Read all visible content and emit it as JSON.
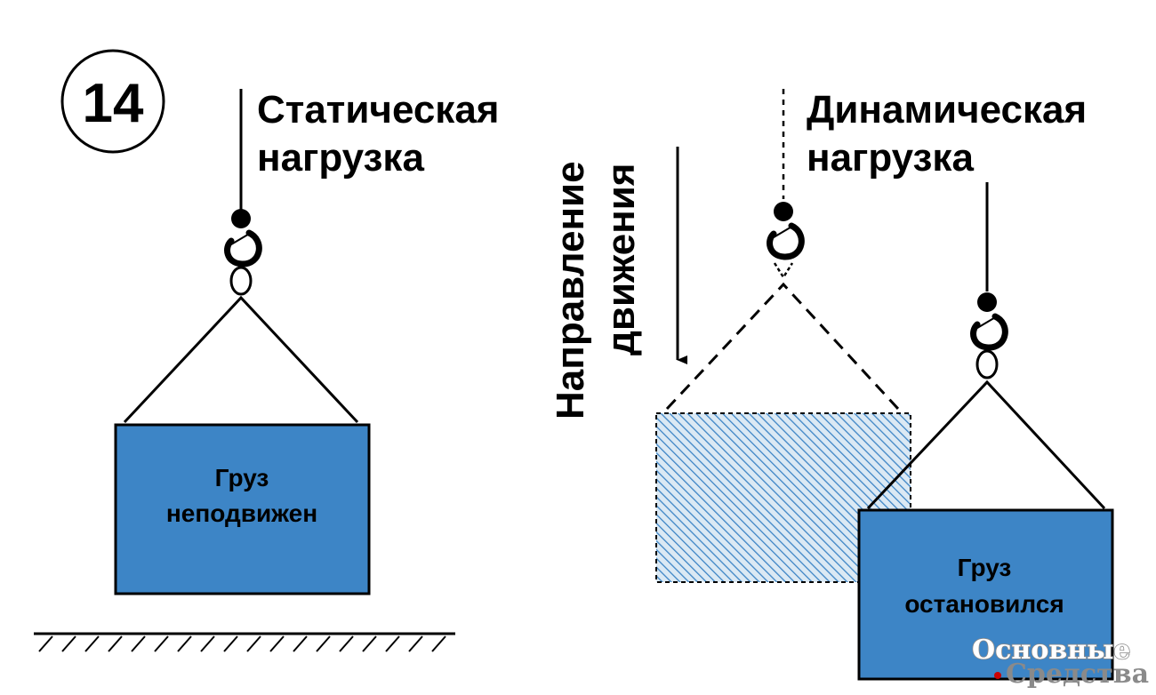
{
  "figure_number": "14",
  "static": {
    "title_line1": "Статическая",
    "title_line2": "нагрузка",
    "box_line1": "Груз",
    "box_line2": "неподвижен"
  },
  "dynamic": {
    "title_line1": "Динамическая",
    "title_line2": "нагрузка",
    "box_line1": "Груз",
    "box_line2": "остановился"
  },
  "direction": {
    "line1": "Направление",
    "line2": "движения"
  },
  "watermark": {
    "line1": "Основные",
    "line2": "Средства"
  },
  "colors": {
    "load_fill": "#3d85c6",
    "ghost_hatch": "#3d85c6",
    "ink": "#000000",
    "watermark": "#8a8a8a",
    "watermark_dot": "#cc0000"
  }
}
